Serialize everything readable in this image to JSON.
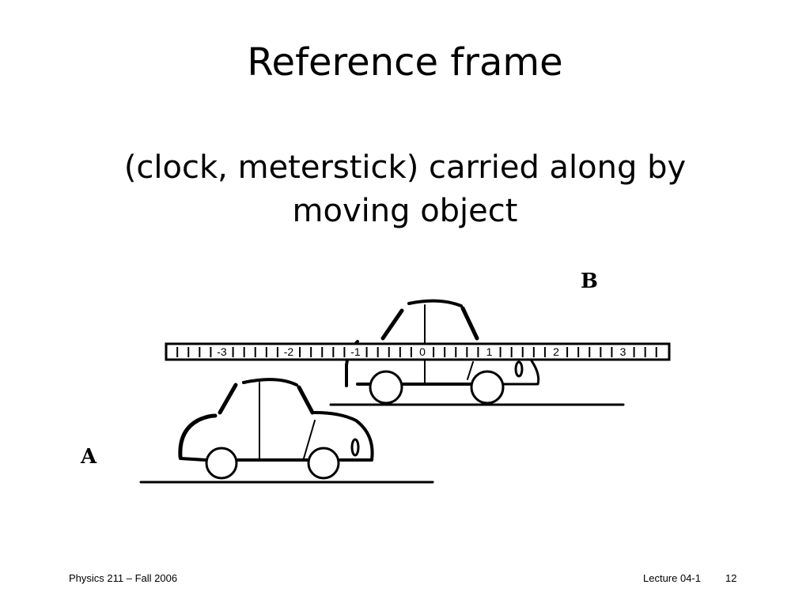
{
  "slide": {
    "title": "Reference frame",
    "subtitle": "(clock, meterstick) carried along by moving object"
  },
  "diagram": {
    "label_a": "A",
    "label_b": "B",
    "ruler_labels": [
      "-3",
      "-2",
      "-1",
      "0",
      "1",
      "2",
      "3"
    ]
  },
  "footer": {
    "course": "Physics 211 –  Fall 2006",
    "lecture": "Lecture 04-1",
    "page": "12"
  }
}
